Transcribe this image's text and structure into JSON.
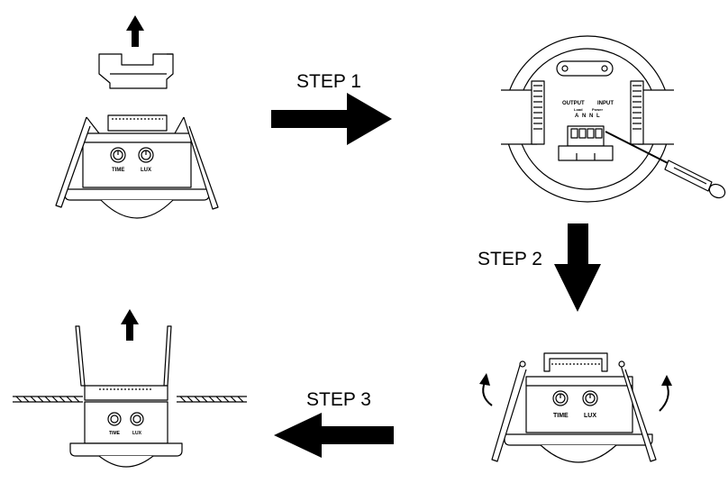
{
  "steps": [
    {
      "label": "STEP 1"
    },
    {
      "label": "STEP 2"
    },
    {
      "label": "STEP 3"
    }
  ],
  "knobs": {
    "time": "TIME",
    "lux": "LUX"
  },
  "terminals": {
    "output_label": "OUTPUT",
    "input_label": "INPUT",
    "load_label": "Load",
    "power_label": "Power",
    "pins": [
      "A",
      "N",
      "N",
      "L"
    ]
  },
  "colors": {
    "line": "#000000",
    "fill": "#ffffff",
    "shade": "#dddddd"
  }
}
